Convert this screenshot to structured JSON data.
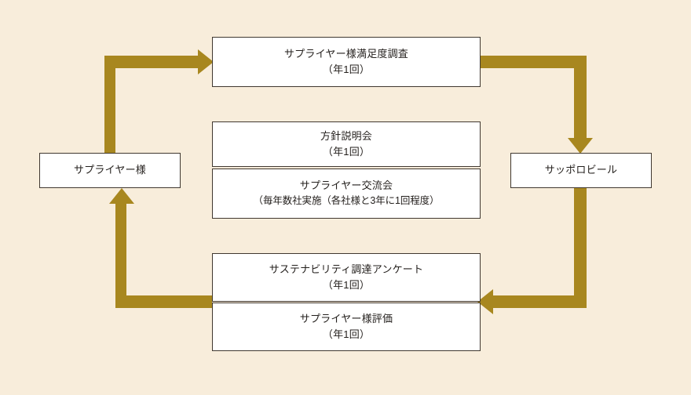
{
  "diagram": {
    "type": "cycle-flow",
    "title": "Supplier engagement cycle",
    "background_color": "#F8EDDB",
    "arrow_color": "#A8871F",
    "box_border_color": "#403830",
    "box_fill_color": "#FFFFFF",
    "text_color": "#231F1C"
  },
  "nodes": {
    "supplier": {
      "label": "サプライヤー様",
      "role": "actor-left"
    },
    "sapporo": {
      "label": "サッポロビール",
      "role": "actor-right"
    },
    "satisfaction": {
      "line1": "サプライヤー様満足度調査",
      "line2": "（年1回）"
    },
    "policy": {
      "line1": "方針説明会",
      "line2": "（年1回）"
    },
    "exchange": {
      "line1": "サプライヤー交流会",
      "line2": "（毎年数社実施（各社様と3年に1回程度）"
    },
    "questionnaire": {
      "line1": "サステナビリティ調達アンケート",
      "line2": "（年1回）"
    },
    "evaluation": {
      "line1": "サプライヤー様評価",
      "line2": "（年1回）"
    }
  },
  "arrows": [
    {
      "name": "supplier-to-satisfaction",
      "from": "supplier",
      "to": "satisfaction",
      "direction": "up-then-right"
    },
    {
      "name": "satisfaction-to-sapporo",
      "from": "satisfaction",
      "to": "sapporo",
      "direction": "right-then-down"
    },
    {
      "name": "sapporo-to-evaluation",
      "from": "sapporo",
      "to": "evaluation",
      "direction": "down-then-left"
    },
    {
      "name": "evaluation-to-supplier",
      "from": "evaluation",
      "to": "supplier",
      "direction": "left-then-up"
    }
  ]
}
